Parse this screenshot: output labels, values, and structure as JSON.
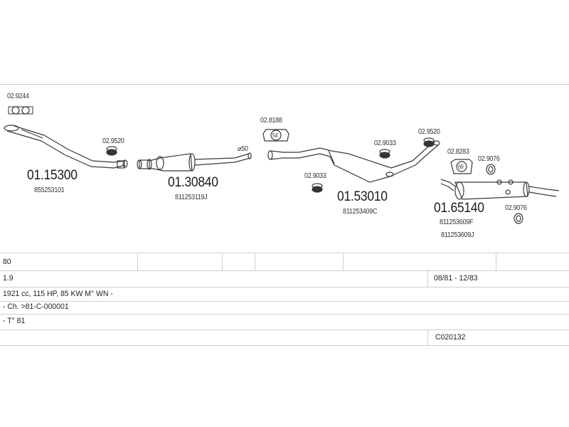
{
  "parts": {
    "p1": {
      "number": "01.15300",
      "ref": "855253101"
    },
    "p2": {
      "number": "01.30840",
      "ref": "811253119J"
    },
    "p3": {
      "number": "01.53010",
      "ref": "811253409C"
    },
    "p4": {
      "number": "01.65140",
      "ref1": "811253609F",
      "ref2": "811253609J"
    }
  },
  "accessories": {
    "gasket_front": "02.9244",
    "clamp_1": "02.9520",
    "mount_54": "02.8188",
    "mount_54_label": "54",
    "clamp_3a": "02.9033",
    "clamp_3b": "02.9033",
    "clamp_3c": "02.9520",
    "mount_69": "02.8283",
    "mount_69_label": "69",
    "ring_1": "02.9076",
    "ring_2": "02.9076",
    "diameter": "⌀50"
  },
  "table": {
    "row1": {
      "c1": "80"
    },
    "row2": {
      "c1": "1.9",
      "c2": "08/81 - 12/83"
    },
    "row3": {
      "c1": "1921 cc, 115 HP, 85 KW M° WN -"
    },
    "row4": {
      "c1": "- Ch. >81-C-000001"
    },
    "row5": {
      "c1": "- T° 81"
    },
    "row6": {
      "c2": "C020132"
    }
  }
}
